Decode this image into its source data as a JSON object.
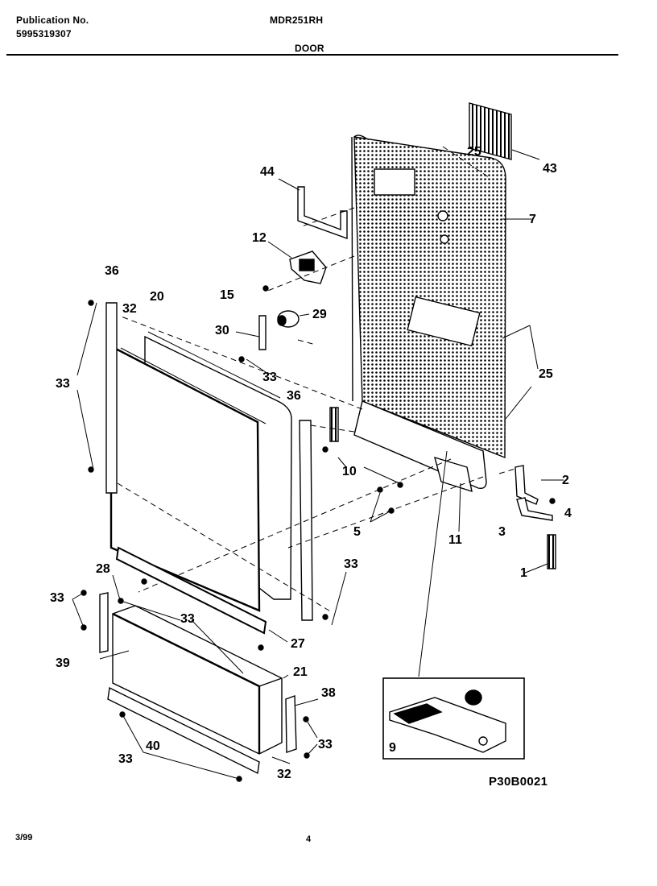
{
  "header": {
    "publication_label": "Publication No.",
    "publication_number": "5995319307",
    "model": "MDR251RH",
    "section": "DOOR"
  },
  "footer": {
    "date": "3/99",
    "page": "4"
  },
  "diagram_code": "P30B0021",
  "callouts": {
    "c43": "43",
    "c25a": "25",
    "c44": "44",
    "c7": "7",
    "c12": "12",
    "c15": "15",
    "c36a": "36",
    "c20": "20",
    "c32a": "32",
    "c29": "29",
    "c30": "30",
    "c33a": "33",
    "c33b": "33",
    "c25b": "25",
    "c36b": "36",
    "c10": "10",
    "c2": "2",
    "c4": "4",
    "c5": "5",
    "c11": "11",
    "c3": "3",
    "c1": "1",
    "c33c": "33",
    "c28": "28",
    "c33d": "33",
    "c33e": "33",
    "c27": "27",
    "c39": "39",
    "c21": "21",
    "c38": "38",
    "c33f": "33",
    "c40": "40",
    "c33g": "33",
    "c32b": "32",
    "c9": "9"
  }
}
